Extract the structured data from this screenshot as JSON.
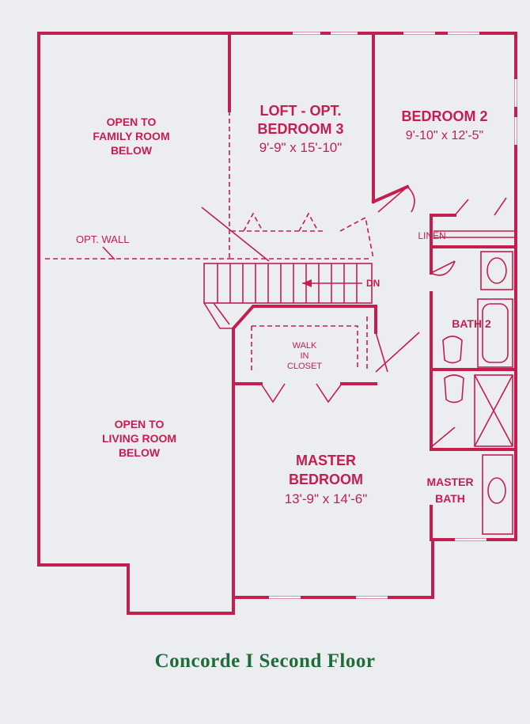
{
  "rooms": {
    "family_open": [
      "OPEN TO",
      "FAMILY ROOM",
      "BELOW"
    ],
    "loft_name": "LOFT - OPT.",
    "loft_alt": "BEDROOM 3",
    "loft_dim": "9'-9\" x 15'-10\"",
    "bedroom2_name": "BEDROOM 2",
    "bedroom2_dim": "9'-10\" x 12'-5\"",
    "linen": "LINEN",
    "opt_wall": "OPT. WALL",
    "stairs_dn": "DN",
    "bath2": "BATH 2",
    "walk_in_closet": [
      "WALK",
      "IN",
      "CLOSET"
    ],
    "living_open": [
      "OPEN TO",
      "LIVING ROOM",
      "BELOW"
    ],
    "master_name": [
      "MASTER",
      "BEDROOM"
    ],
    "master_dim": "13'-9\" x 14'-6\"",
    "master_bath": [
      "MASTER",
      "BATH"
    ]
  },
  "caption": "Concorde I Second Floor",
  "colors": {
    "wall": "#c41e4e",
    "caption": "#1f6b3a",
    "paper": "#ecedf1"
  }
}
